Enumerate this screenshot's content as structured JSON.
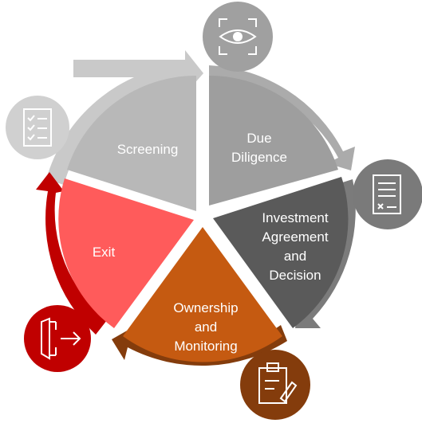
{
  "diagram": {
    "stages": [
      {
        "id": "screening",
        "label": "Screening",
        "color": "#b8b8b8",
        "arrow_color": "#c9c9c9",
        "icon": "checklist-icon"
      },
      {
        "id": "due-diligence",
        "label": "Due\nDiligence",
        "color": "#9e9e9e",
        "arrow_color": "#a9a9a9",
        "icon": "eye-scan-icon"
      },
      {
        "id": "investment",
        "label": "Investment\nAgreement\nand\nDecision",
        "color": "#5a5a5a",
        "arrow_color": "#7a7a7a",
        "icon": "contract-document-icon"
      },
      {
        "id": "ownership",
        "label": "Ownership\nand\nMonitoring",
        "color": "#c55a11",
        "arrow_color": "#843c0c",
        "icon": "clipboard-pen-icon"
      },
      {
        "id": "exit",
        "label": "Exit",
        "color": "#ff5b5b",
        "arrow_color": "#c00000",
        "icon": "exit-door-icon"
      }
    ]
  }
}
